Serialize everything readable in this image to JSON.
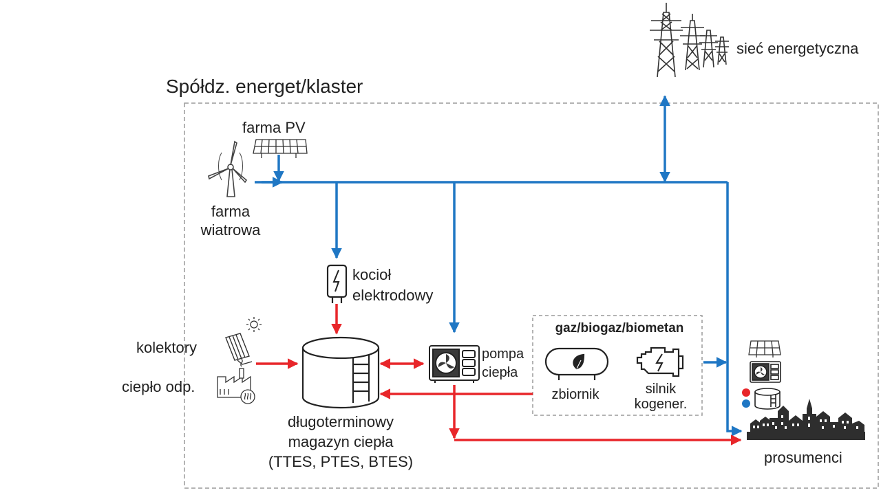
{
  "cluster_title": "Spółdz. energet/klaster",
  "grid_label": "sieć energetyczna",
  "pv_label": "farma PV",
  "wind_label": "farma\nwiatrowa",
  "boiler_label": "kocioł\nelektrodowy",
  "collectors_label": "kolektory",
  "waste_heat_label": "ciepło odp.",
  "storage_label": "długoterminowy\nmagazyn ciepła\n(TTES, PTES, BTES)",
  "heat_pump_label": "pompa\nciepła",
  "gas_box_title": "gaz/biogaz/biometan",
  "tank_label": "zbiornik",
  "chp_label": "silnik\nkogener.",
  "prosumers_label": "prosumenci",
  "colors": {
    "electric": "#1f77c4",
    "heat": "#e8262a",
    "outline": "#222222",
    "dashed": "#9a9a9a"
  }
}
